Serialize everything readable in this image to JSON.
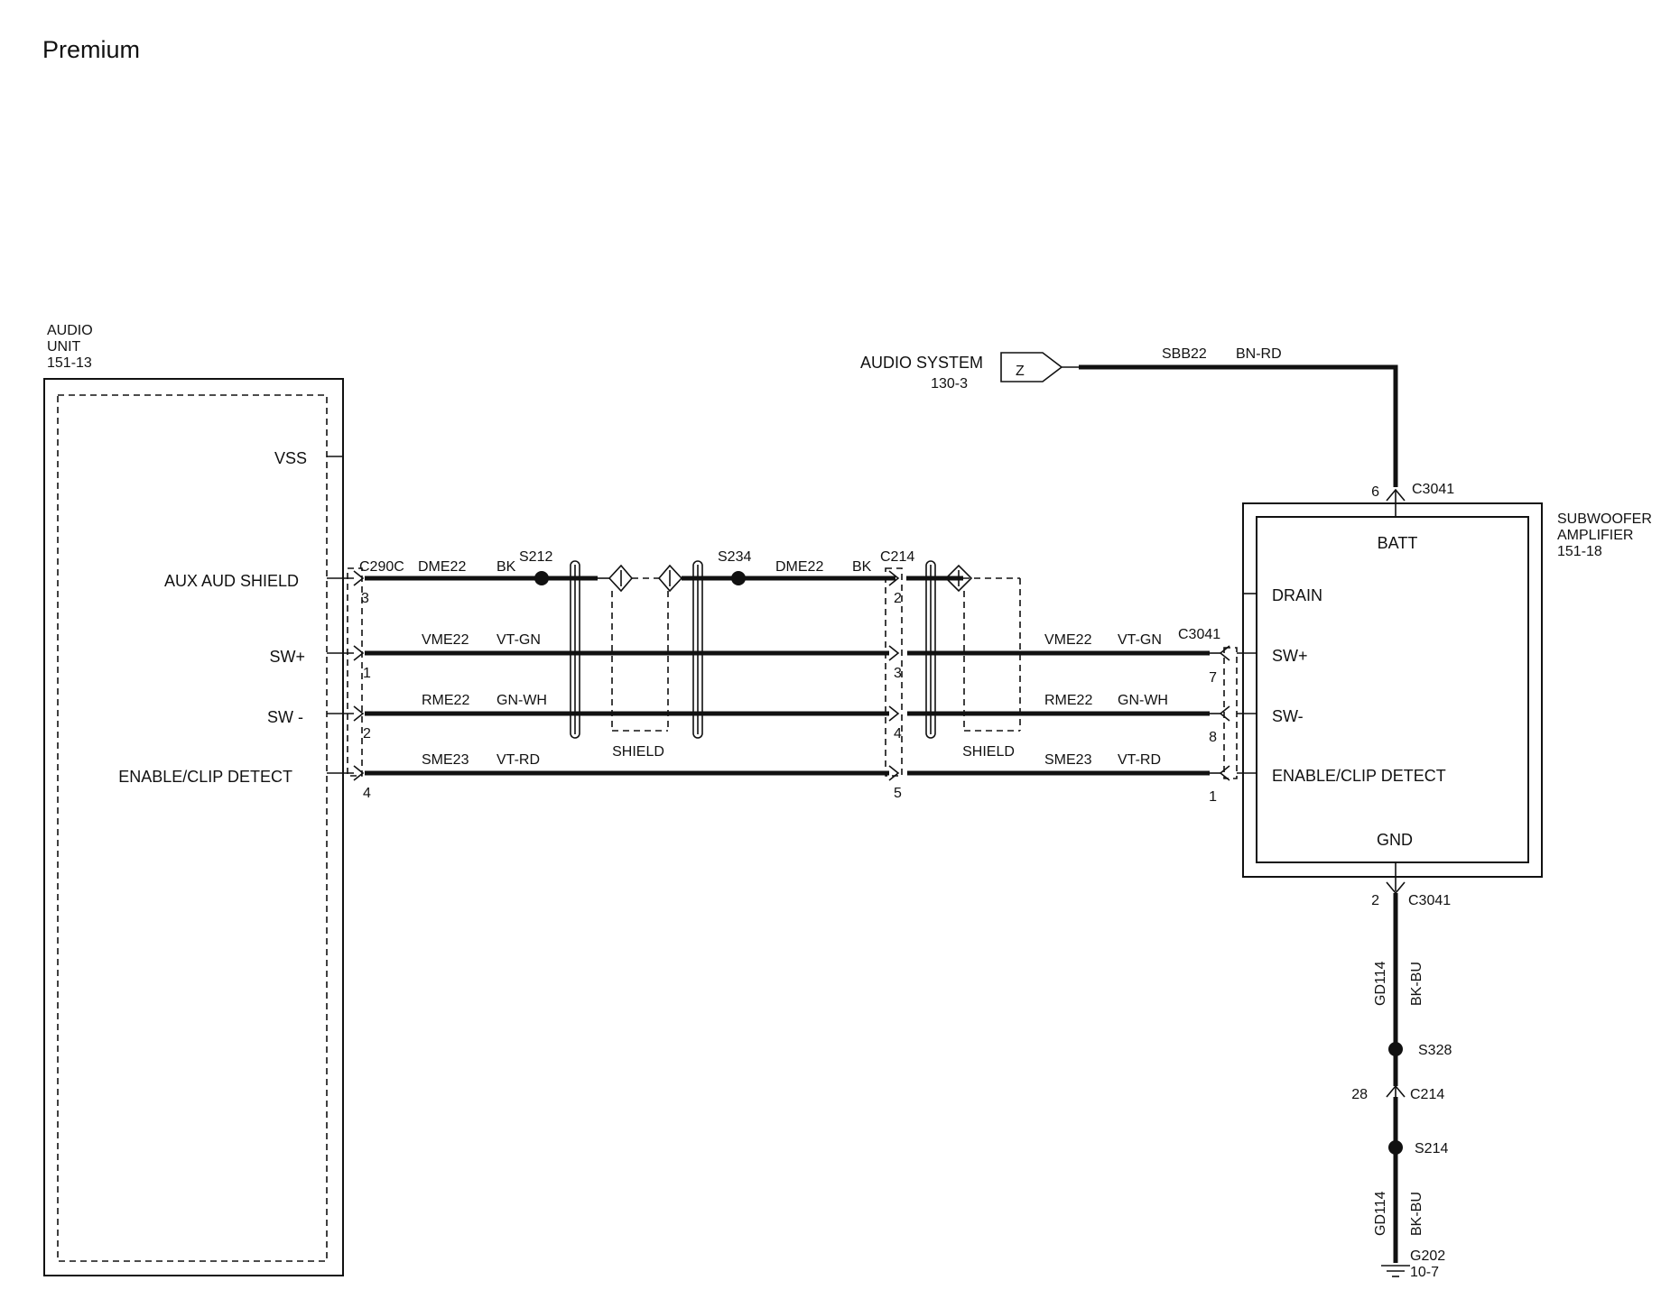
{
  "page": {
    "title": "Premium"
  },
  "audio_unit": {
    "name_line1": "AUDIO",
    "name_line2": "UNIT",
    "ref": "151-13",
    "pins": {
      "vss": "VSS",
      "aux_aud_shield": "AUX AUD SHIELD",
      "sw_plus": "SW+",
      "sw_minus": "SW -",
      "enable_clip": "ENABLE/CLIP DETECT"
    },
    "connector": "C290C",
    "pin_numbers": {
      "shield": "3",
      "sw_plus": "1",
      "sw_minus": "2",
      "enable": "4"
    }
  },
  "audio_system": {
    "name": "AUDIO SYSTEM",
    "ref": "130-3",
    "flag": "Z"
  },
  "subwoofer": {
    "name_line1": "SUBWOOFER",
    "name_line2": "AMPLIFIER",
    "ref": "151-18",
    "pins": {
      "batt": "BATT",
      "drain": "DRAIN",
      "sw_plus": "SW+",
      "sw_minus": "SW-",
      "enable_clip": "ENABLE/CLIP DETECT",
      "gnd": "GND"
    },
    "connector": "C3041",
    "pin_numbers": {
      "batt": "6",
      "sw_plus": "7",
      "sw_minus": "8",
      "enable": "1",
      "gnd": "2"
    }
  },
  "inline_connector": {
    "name": "C214",
    "pin_numbers": {
      "shield": "2",
      "sw_plus": "3",
      "sw_minus": "4",
      "enable": "5"
    },
    "ground_pin": "28"
  },
  "splices": {
    "s212": "S212",
    "s234": "S234",
    "s328": "S328",
    "s214": "S214"
  },
  "shield_label": "SHIELD",
  "wires": {
    "dme22": "DME22",
    "bk": "BK",
    "vme22": "VME22",
    "vt_gn": "VT-GN",
    "rme22": "RME22",
    "gn_wh": "GN-WH",
    "sme23": "SME23",
    "vt_rd": "VT-RD",
    "sbb22": "SBB22",
    "bn_rd": "BN-RD",
    "gd114": "GD114",
    "bk_bu": "BK-BU"
  },
  "ground": {
    "name": "G202",
    "ref": "10-7"
  }
}
